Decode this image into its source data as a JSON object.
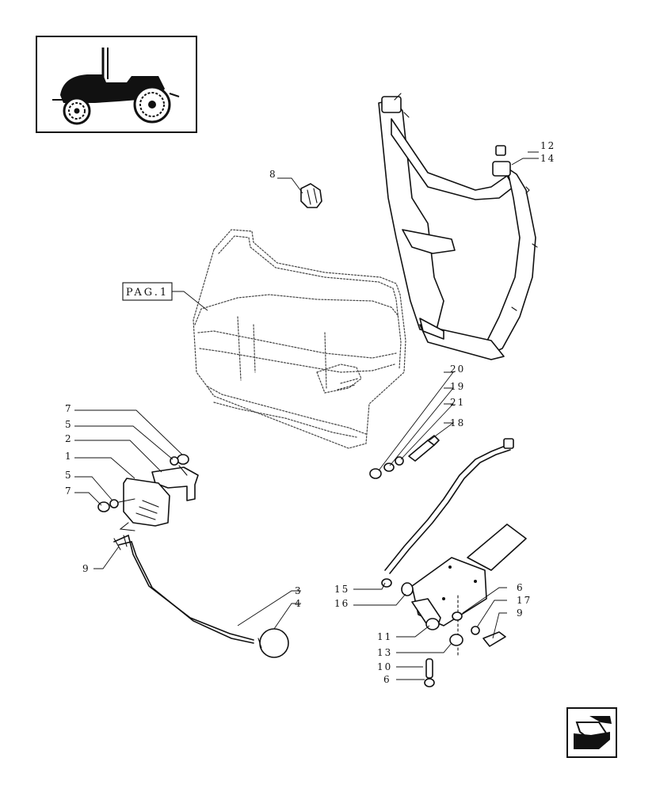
{
  "reference_box": {
    "label": "PAG.1"
  },
  "callouts": {
    "c8": "8",
    "c12": "12",
    "c14": "14",
    "c20": "20",
    "c19": "19",
    "c21": "21",
    "c18": "18",
    "c7a": "7",
    "c5a": "5",
    "c2": "2",
    "c1": "1",
    "c5b": "5",
    "c7b": "7",
    "c9a": "9",
    "c3": "3",
    "c4": "4",
    "c15": "15",
    "c16": "16",
    "c6a": "6",
    "c17": "17",
    "c9b": "9",
    "c11": "11",
    "c13": "13",
    "c10": "10",
    "c6b": "6"
  },
  "icons": {
    "thumbnail": "tractor-thumbnail-icon",
    "nav": "next-page-arrow-icon"
  }
}
